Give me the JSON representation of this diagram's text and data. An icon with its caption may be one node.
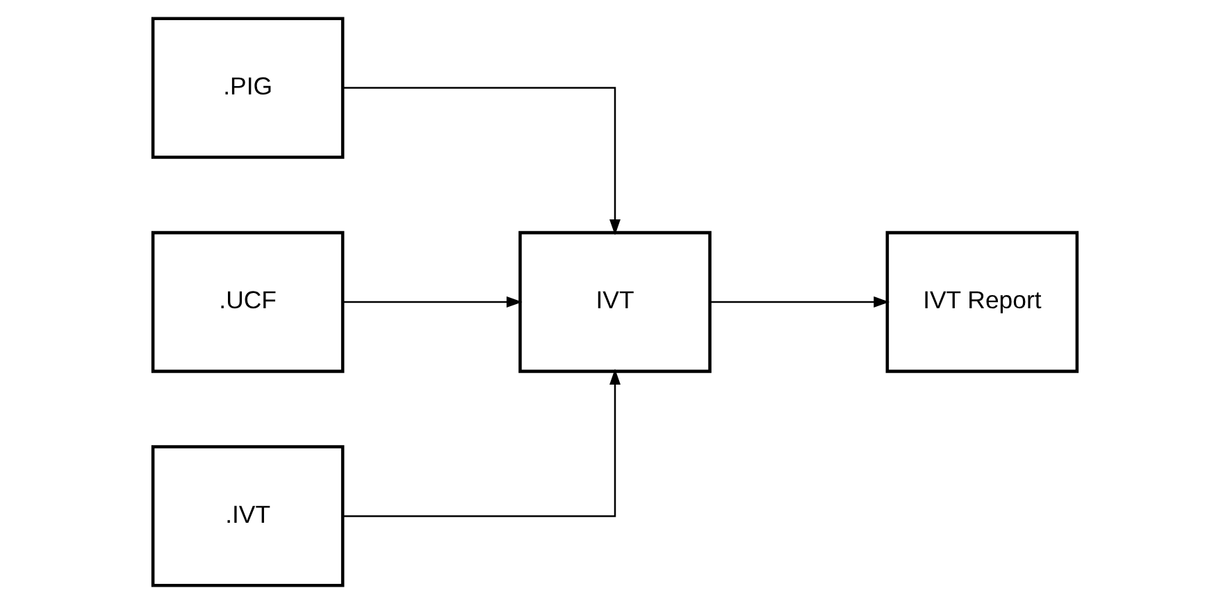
{
  "diagram": {
    "nodes": [
      {
        "text": [
          ".PIG"
        ]
      },
      {
        "text": [
          ".UCF"
        ]
      },
      {
        "text": [
          ".IVT"
        ]
      },
      {
        "text": [
          "IVT"
        ]
      },
      {
        "text": [
          "IVT Report"
        ]
      }
    ],
    "edges": [
      {
        "from": 0,
        "to": 3,
        "arrow": "to"
      },
      {
        "from": 1,
        "to": 3,
        "arrow": "to"
      },
      {
        "from": 2,
        "to": 3,
        "arrow": "to"
      },
      {
        "from": 3,
        "to": 4,
        "arrow": "to"
      }
    ]
  }
}
